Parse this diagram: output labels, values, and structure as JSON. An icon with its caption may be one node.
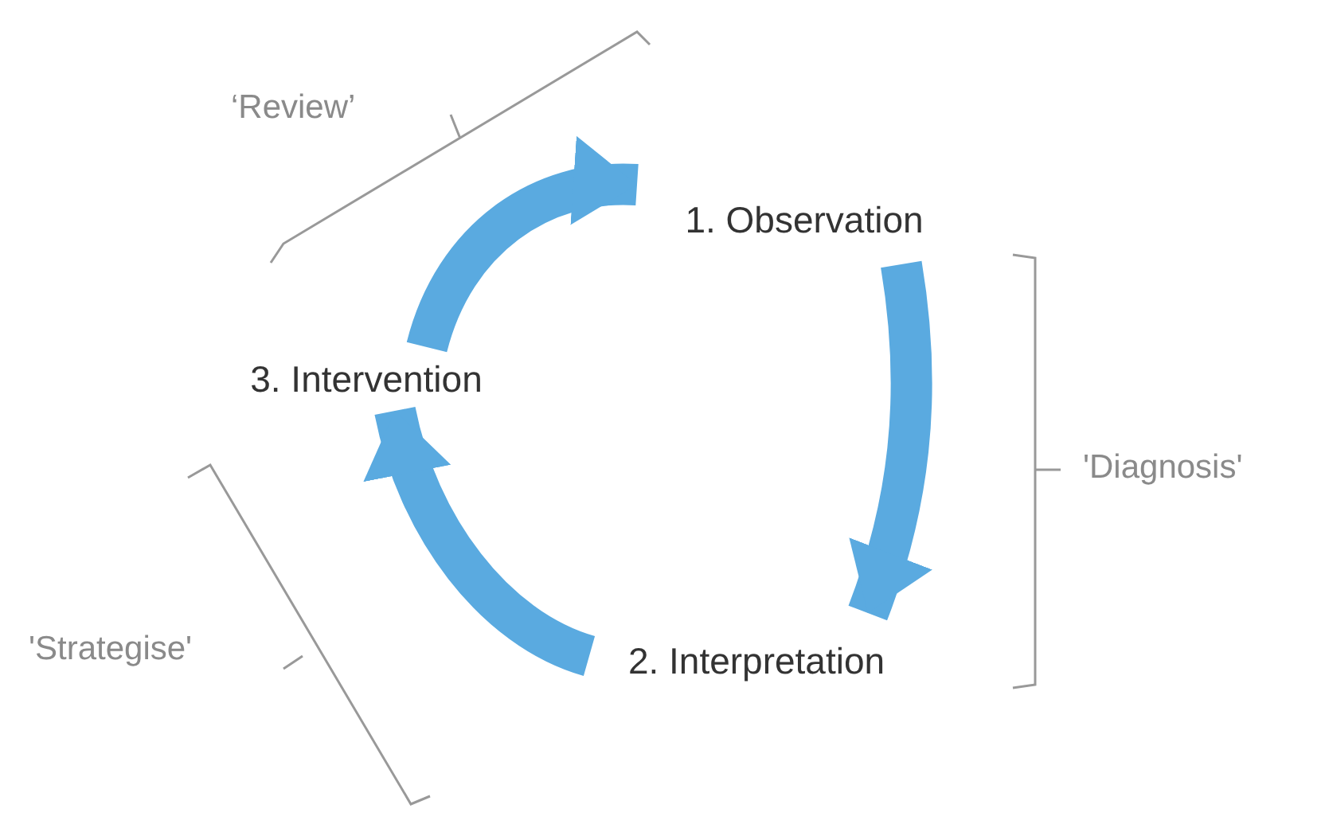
{
  "diagram": {
    "nodes": [
      {
        "text": [
          "1. Observation"
        ]
      },
      {
        "text": [
          "2. Interpretation"
        ]
      },
      {
        "text": [
          "3. Intervention"
        ]
      }
    ],
    "edges": [
      {
        "from": 0,
        "to": 1,
        "arrow": "to"
      },
      {
        "from": 1,
        "to": 2,
        "arrow": "to"
      },
      {
        "from": 2,
        "to": 0,
        "arrow": "to"
      }
    ],
    "labels": [
      "‘Review’",
      "'Diagnosis'",
      "'Strategise'"
    ]
  }
}
